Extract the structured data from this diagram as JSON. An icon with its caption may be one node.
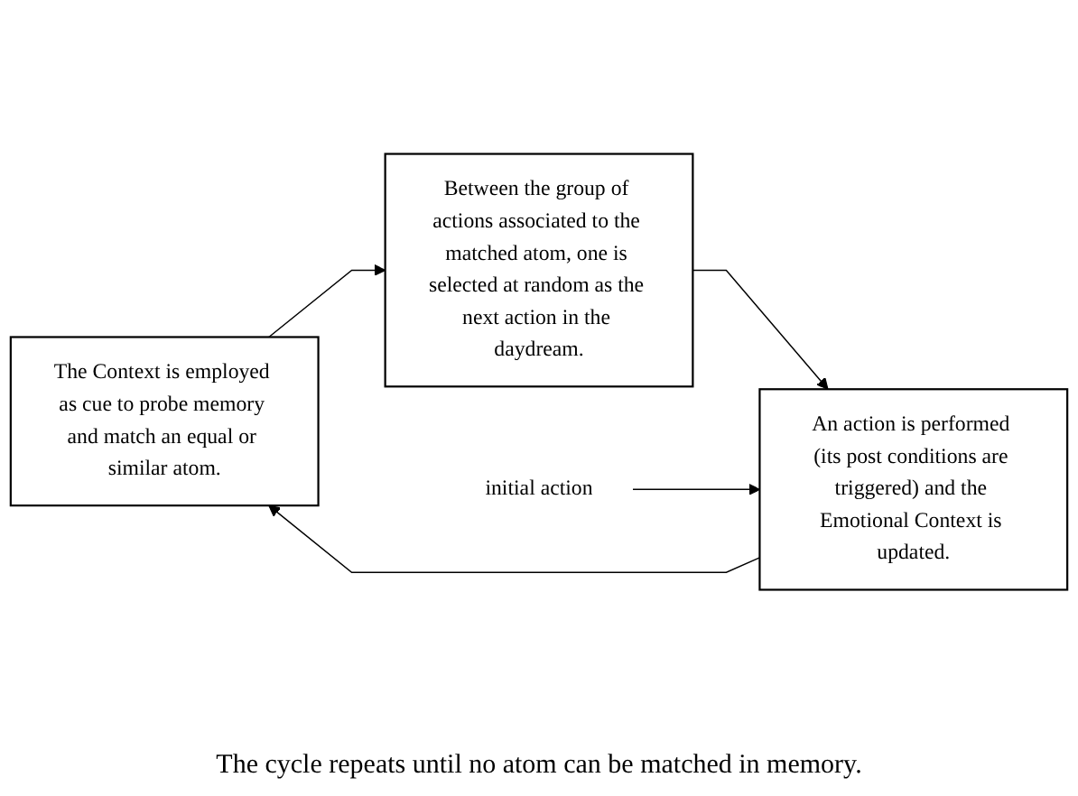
{
  "diagram": {
    "nodes": [
      {
        "text": [
          "The Context is employed as cue to probe memory and match an equal or similar atom."
        ]
      },
      {
        "text": [
          "Between the group of actions associated to the matched atom, one is selected at random as the next action in the daydream."
        ]
      },
      {
        "text": [
          "An action is performed (its post conditions are triggered) and the Emotional Context is updated."
        ]
      },
      {
        "text": [
          "initial action"
        ]
      }
    ],
    "edges": [
      {
        "from": 0,
        "to": 1,
        "arrow": "to"
      },
      {
        "from": 1,
        "to": 2,
        "arrow": "to"
      },
      {
        "from": 2,
        "to": 0,
        "arrow": "to"
      },
      {
        "from": 3,
        "to": 2,
        "arrow": "to"
      }
    ],
    "labels": [
      "The cycle repeats until no atom can be matched in memory."
    ]
  }
}
